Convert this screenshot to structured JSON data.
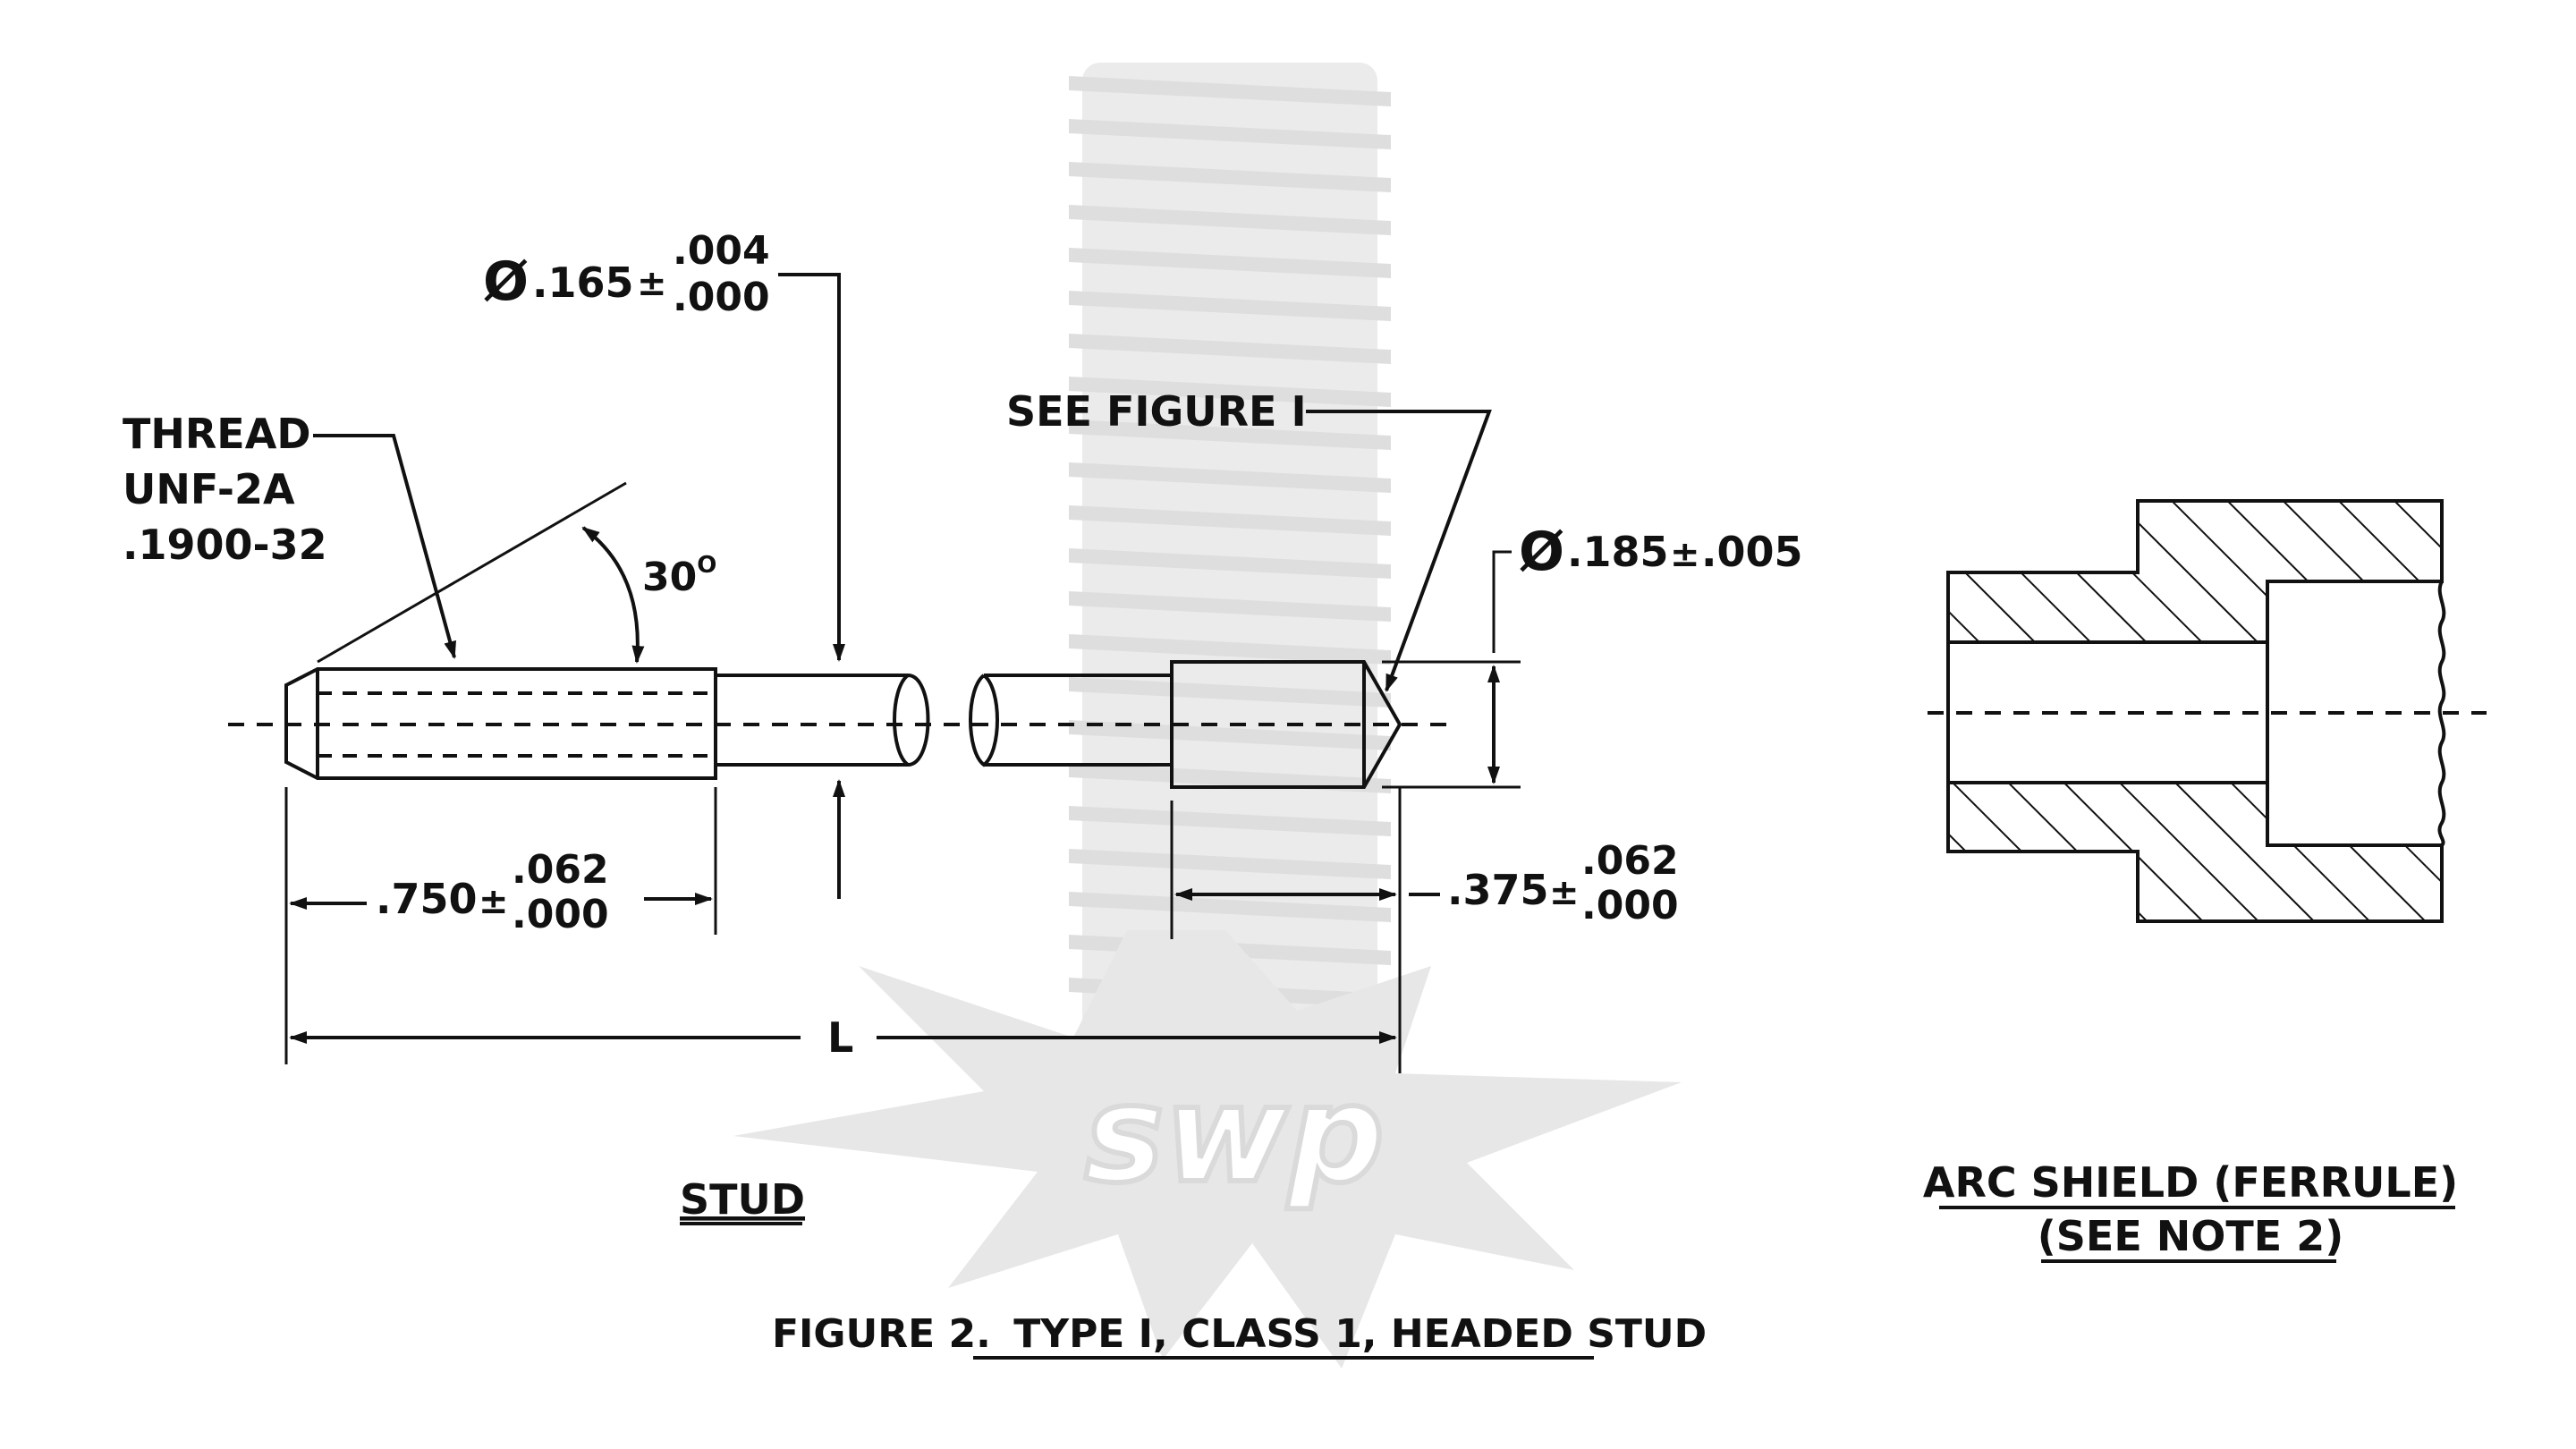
{
  "figure": {
    "caption_prefix": "FIGURE 2.",
    "caption_title": "TYPE I, CLASS 1, HEADED STUD"
  },
  "stud": {
    "title": "STUD",
    "thread_callout": {
      "line1": "THREAD",
      "line2": "UNF-2A",
      "line3": ".1900-32"
    },
    "chamfer_angle": "30",
    "chamfer_angle_unit": "O",
    "shank_diameter": {
      "symbol": "Ø",
      "nominal": ".165",
      "pm": "±",
      "upper": ".004",
      "lower": ".000"
    },
    "head_diameter": {
      "symbol": "Ø",
      "value": ".185",
      "pm": "±",
      "tol": ".005"
    },
    "see_figure": "SEE FIGURE I",
    "thread_length": {
      "nominal": ".750",
      "pm": "±",
      "upper": ".062",
      "lower": ".000"
    },
    "head_length": {
      "nominal": ".375",
      "pm": "±",
      "upper": ".062",
      "lower": ".000"
    },
    "overall_length": "L"
  },
  "ferrule": {
    "title_line1": "ARC SHIELD (FERRULE)",
    "title_line2": "(SEE NOTE 2)"
  },
  "watermark": {
    "text": "swp",
    "color": "#c8c8c8"
  },
  "colors": {
    "ink": "#111111",
    "watermark": "#d0d0d0"
  }
}
